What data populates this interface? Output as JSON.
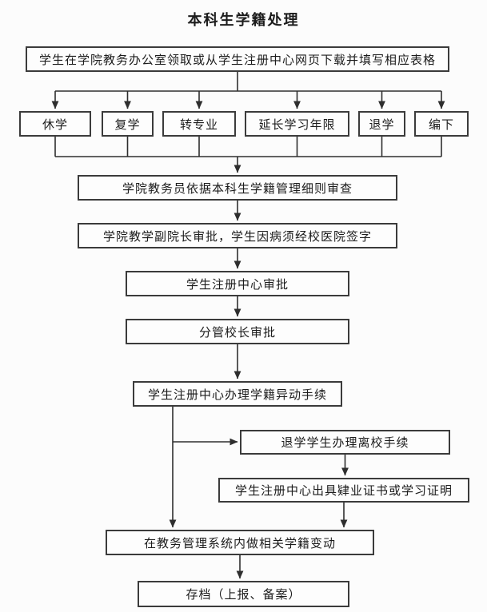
{
  "title": "本科生学籍处理",
  "flowchart": {
    "nodes": {
      "start": {
        "label": "学生在学院教务办公室领取或从学生注册中心网页下载并填写相应表格"
      },
      "suspend": {
        "label": "休学"
      },
      "resume": {
        "label": "复学"
      },
      "change_major": {
        "label": "转专业"
      },
      "extend_years": {
        "label": "延长学习年限"
      },
      "withdraw": {
        "label": "退学"
      },
      "transfer_down": {
        "label": "编下"
      },
      "review": {
        "label": "学院教务员依据本科生学籍管理细则审查"
      },
      "vice_dean": {
        "label": "学院教学副院长审批，学生因病须经校医院签字"
      },
      "reg_center": {
        "label": "学生注册中心审批"
      },
      "president": {
        "label": "分管校长审批"
      },
      "status_change": {
        "label": "学生注册中心办理学籍异动手续"
      },
      "leave_school": {
        "label": "退学学生办理离校手续"
      },
      "certificate": {
        "label": "学生注册中心出具肄业证书或学习证明"
      },
      "system_update": {
        "label": "在教务管理系统内做相关学籍变动"
      },
      "archive": {
        "label": "存档（上报、备案）"
      }
    },
    "edges": [
      {
        "from": "start",
        "to": "suspend"
      },
      {
        "from": "start",
        "to": "resume"
      },
      {
        "from": "start",
        "to": "change_major"
      },
      {
        "from": "start",
        "to": "extend_years"
      },
      {
        "from": "start",
        "to": "withdraw"
      },
      {
        "from": "start",
        "to": "transfer_down"
      },
      {
        "from": "suspend",
        "to": "review"
      },
      {
        "from": "resume",
        "to": "review"
      },
      {
        "from": "change_major",
        "to": "review"
      },
      {
        "from": "extend_years",
        "to": "review"
      },
      {
        "from": "withdraw",
        "to": "review"
      },
      {
        "from": "transfer_down",
        "to": "review"
      },
      {
        "from": "review",
        "to": "vice_dean"
      },
      {
        "from": "vice_dean",
        "to": "reg_center"
      },
      {
        "from": "reg_center",
        "to": "president"
      },
      {
        "from": "president",
        "to": "status_change"
      },
      {
        "from": "status_change",
        "to": "leave_school"
      },
      {
        "from": "status_change",
        "to": "system_update"
      },
      {
        "from": "leave_school",
        "to": "certificate"
      },
      {
        "from": "certificate",
        "to": "system_update"
      },
      {
        "from": "system_update",
        "to": "archive"
      }
    ],
    "colors": {
      "page_bg": "#fcfcfc",
      "box_bg": "#fdfdfd",
      "border": "#3b3b3b",
      "line": "#2e2e2e",
      "text": "#1c1c1c"
    }
  }
}
